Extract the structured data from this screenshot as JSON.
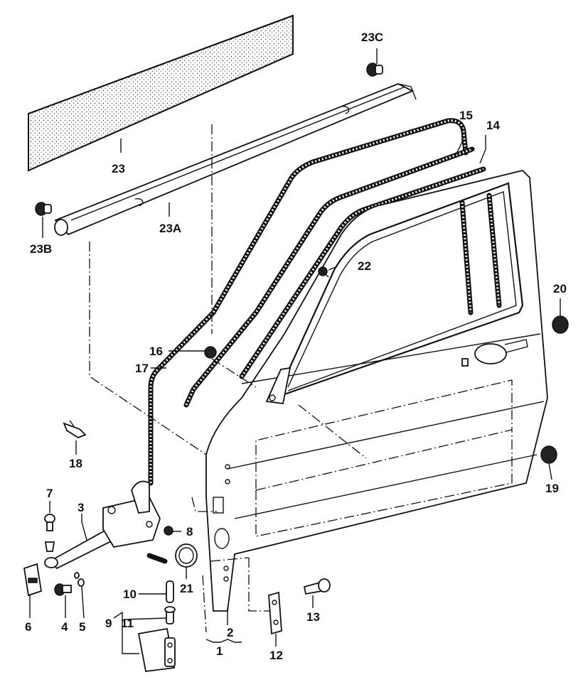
{
  "labels": {
    "l1": "1",
    "l2": "2",
    "l3": "3",
    "l4": "4",
    "l5": "5",
    "l6": "6",
    "l7": "7",
    "l8": "8",
    "l9": "9",
    "l10": "10",
    "l11": "11",
    "l12": "12",
    "l13": "13",
    "l14": "14",
    "l15": "15",
    "l16": "16",
    "l17": "17",
    "l18": "18",
    "l19": "19",
    "l20": "20",
    "l21": "21",
    "l22": "22",
    "l23": "23",
    "l23a": "23A",
    "l23b": "23B",
    "l23c": "23C"
  }
}
